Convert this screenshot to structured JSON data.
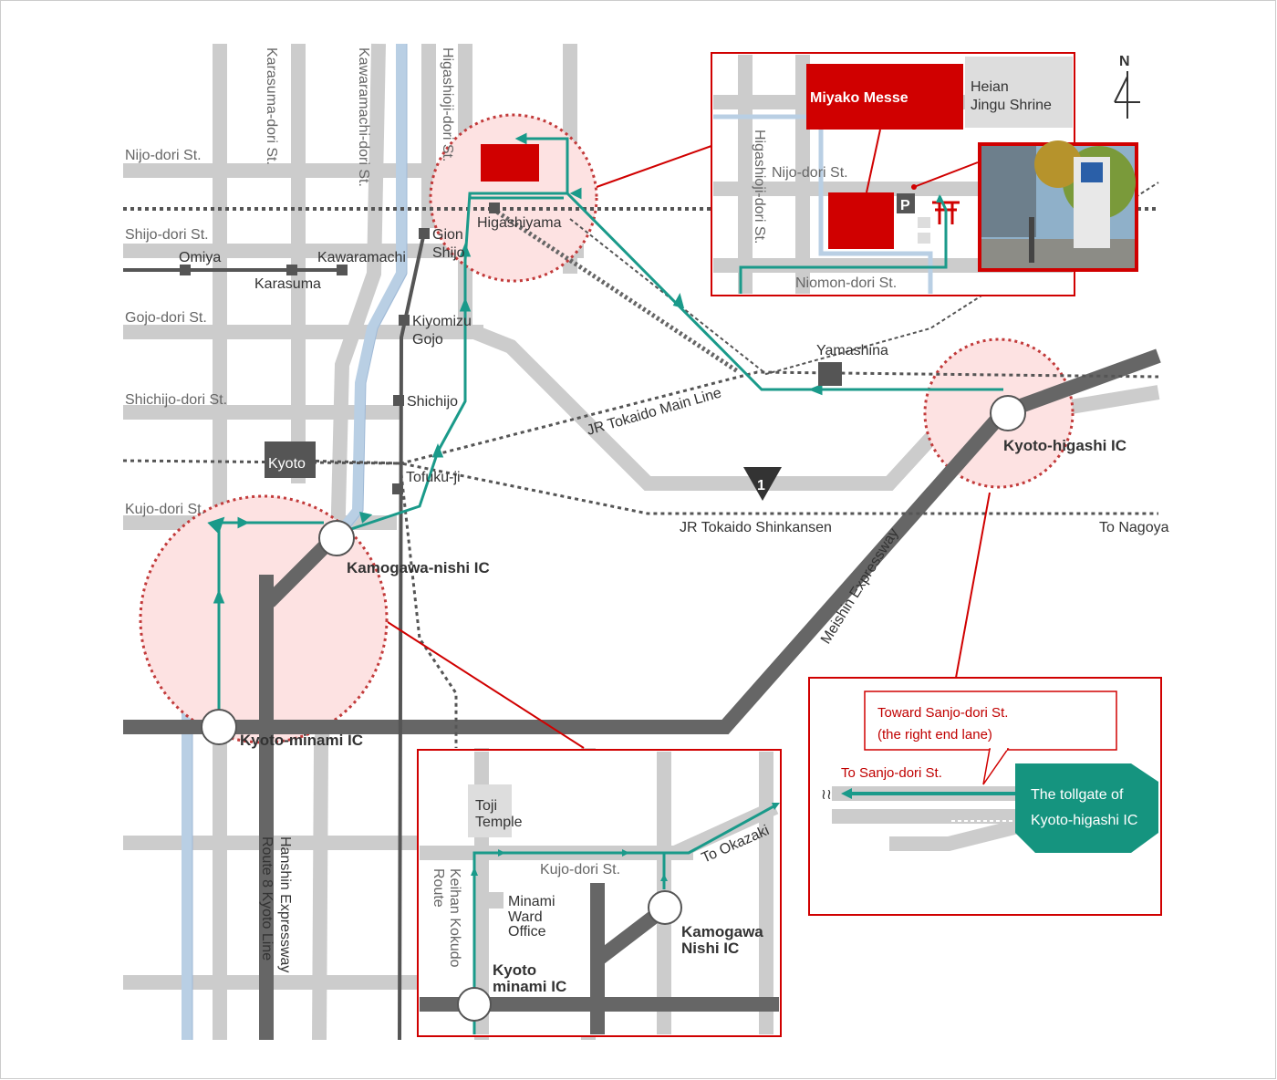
{
  "colors": {
    "road": "#cccccc",
    "expressway": "#666666",
    "river": "#b9cfe4",
    "route": "#1a9a8a",
    "accent_red": "#d00000",
    "highlight": "#fde2e2",
    "rail": "#555555",
    "tollgate": "#15947f"
  },
  "compass": {
    "north": "N"
  },
  "streets": {
    "nijo": "Nijo-dori St.",
    "shijo": "Shijo-dori St.",
    "gojo": "Gojo-dori St.",
    "shichijo": "Shichijo-dori St.",
    "kujo": "Kujo-dori St.",
    "karasuma": "Karasuma-dori St.",
    "kawaramachi": "Kawaramachi-dori St.",
    "higashioji": "Higashioji-dori St."
  },
  "stations": {
    "omiya": "Omiya",
    "karasuma": "Karasuma",
    "kawaramachi": "Kawaramachi",
    "higashiyama": "Higashiyama",
    "gion_shijo_1": "Gion",
    "gion_shijo_2": "Shijo",
    "kiyomizu_gojo_1": "Kiyomizu",
    "kiyomizu_gojo_2": "Gojo",
    "shichijo": "Shichijo",
    "tofukuji": "Tofuku-ji",
    "kyoto": "Kyoto",
    "yamashina": "Yamashina"
  },
  "lines": {
    "jr_tokaido_main": "JR Tokaido Main Line",
    "jr_tokaido_shinkansen": "JR Tokaido Shinkansen",
    "to_nagoya": "To Nagoya",
    "meishin": "Meishin Expressway",
    "hanshin_1": "Hanshin Expressway",
    "hanshin_2": "Route 8 Kyoto Line",
    "route_number": "1"
  },
  "interchanges": {
    "kyoto_higashi": "Kyoto-higashi IC",
    "kamogawa_nishi": "Kamogawa-nishi IC",
    "kyoto_minami": "Kyoto-minami IC"
  },
  "inset_messe": {
    "title": "Miyako Messe",
    "heian_1": "Heian",
    "heian_2": "Jingu Shrine",
    "higashioji": "Higashioji-dori St.",
    "nijo": "Nijo-dori St.",
    "niomon": "Niomon-dori St.",
    "parking": "P"
  },
  "inset_toll": {
    "callout_1": "Toward Sanjo-dori St.",
    "callout_2": "(the right end lane)",
    "to_sanjo": "To Sanjo-dori St.",
    "tollgate_1": "The tollgate of",
    "tollgate_2": "Kyoto-higashi IC"
  },
  "inset_south": {
    "toji_1": "Toji",
    "toji_2": "Temple",
    "kujo": "Kujo-dori St.",
    "to_okazaki": "To Okazaki",
    "keihan_1": "Keihan Kokudo",
    "keihan_2": "Route",
    "minami_1": "Minami",
    "minami_2": "Ward",
    "minami_3": "Office",
    "kamogawa_1": "Kamogawa",
    "kamogawa_2": "Nishi IC",
    "kyoto_minami_1": "Kyoto",
    "kyoto_minami_2": "minami IC"
  }
}
